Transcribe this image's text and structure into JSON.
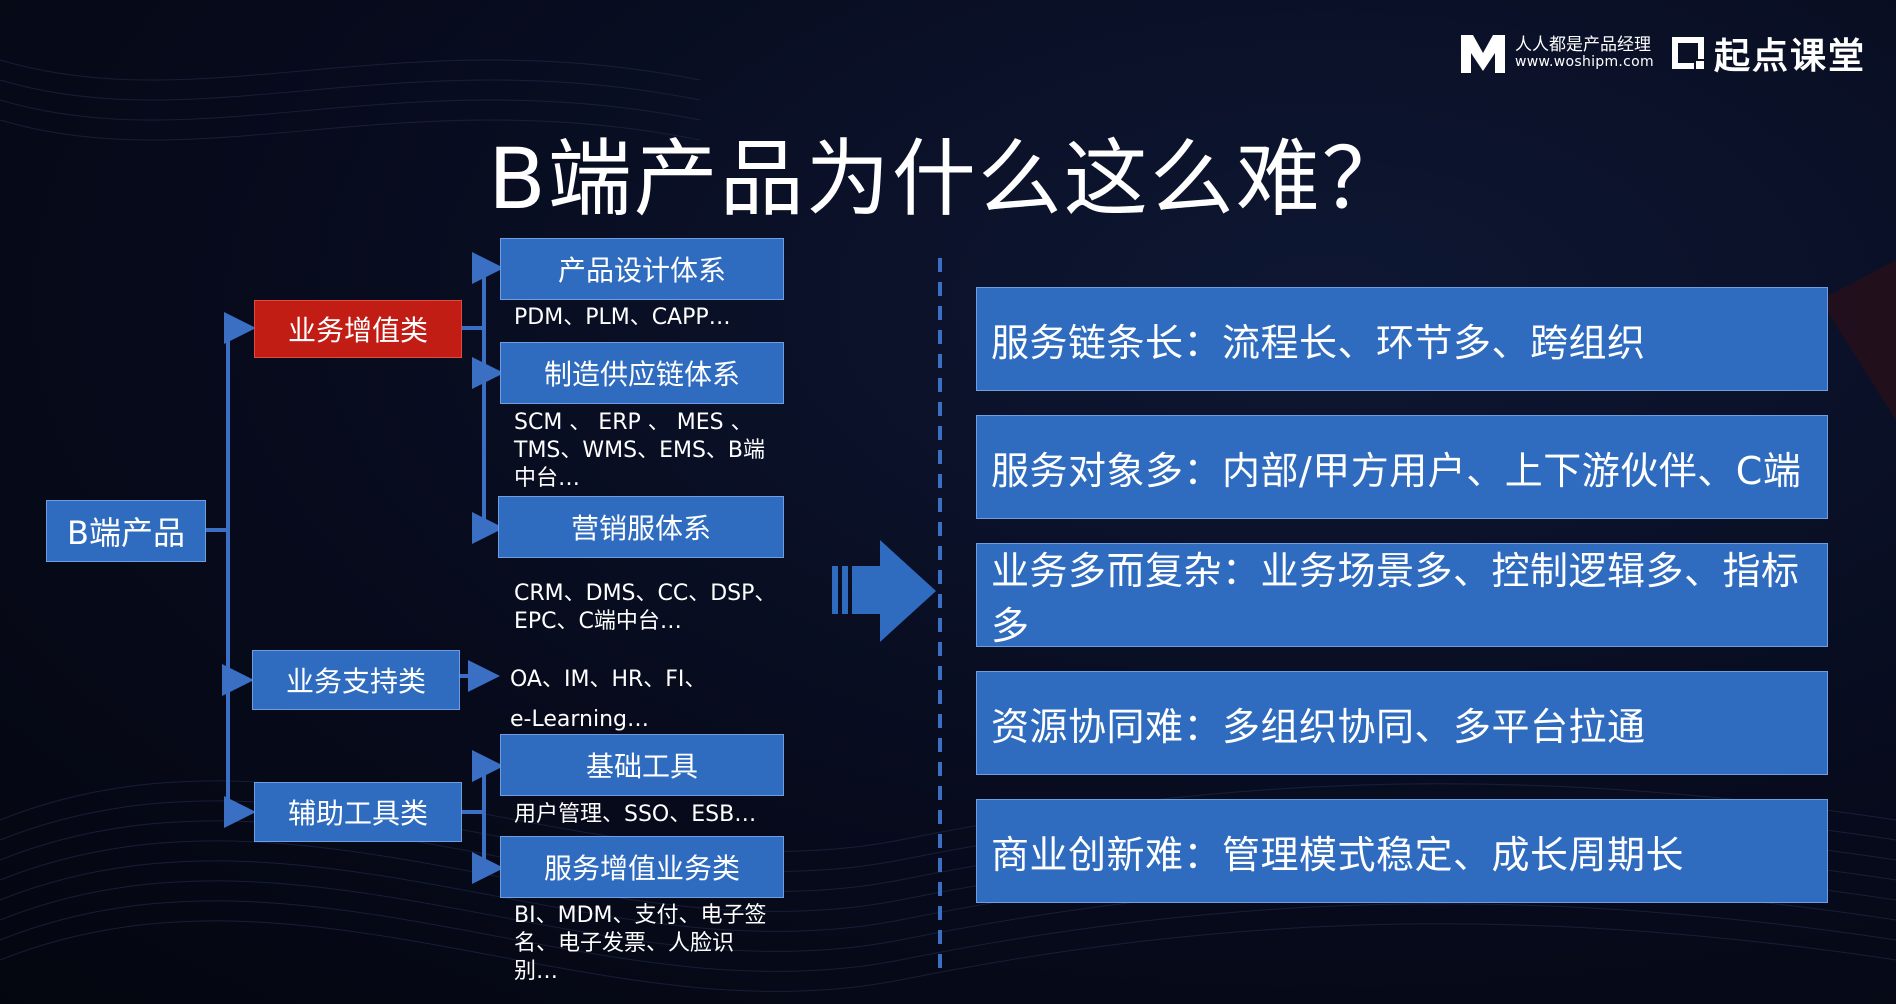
{
  "header": {
    "brand_cn": "人人都是产品经理",
    "brand_url": "www.woshipm.com",
    "brand2": "起点课堂"
  },
  "title": "B端产品为什么这么难？",
  "tree": {
    "root": "B端产品",
    "cat_value": "业务增值类",
    "cat_support": "业务支持类",
    "cat_tools": "辅助工具类",
    "n_design": "产品设计体系",
    "d_design": "PDM、PLM、CAPP…",
    "n_supply": "制造供应链体系",
    "d_supply_1": "SCM 、 ERP 、 MES 、",
    "d_supply_2": "TMS、WMS、EMS、B端",
    "d_supply_3": "中台…",
    "n_marketing": "营销服体系",
    "d_marketing_1": "CRM、DMS、CC、DSP、",
    "d_marketing_2": "EPC、C端中台…",
    "d_support_1": "OA、IM、HR、FI、",
    "d_support_2": "e-Learning…",
    "n_basic": "基础工具",
    "d_basic": "用户管理、SSO、ESB…",
    "n_service": "服务增值业务类",
    "d_service_1": "BI、MDM、支付、电子签",
    "d_service_2": "名、电子发票、人脸识",
    "d_service_3": "别…"
  },
  "reasons": [
    "服务链条长：流程长、环节多、跨组织",
    "服务对象多：内部/甲方用户、上下游伙伴、C端",
    "业务多而复杂：业务场景多、控制逻辑多、指标多",
    "资源协同难：多组织协同、多平台拉通",
    "商业创新难：管理模式稳定、成长周期长"
  ],
  "colors": {
    "box_blue": "#2f6cc0",
    "box_red": "#c11d14",
    "line_blue": "#3a6fc4",
    "background": "#070b1d"
  },
  "icons": [
    "m-logo-icon",
    "q-logo-icon",
    "big-right-arrow-icon"
  ]
}
